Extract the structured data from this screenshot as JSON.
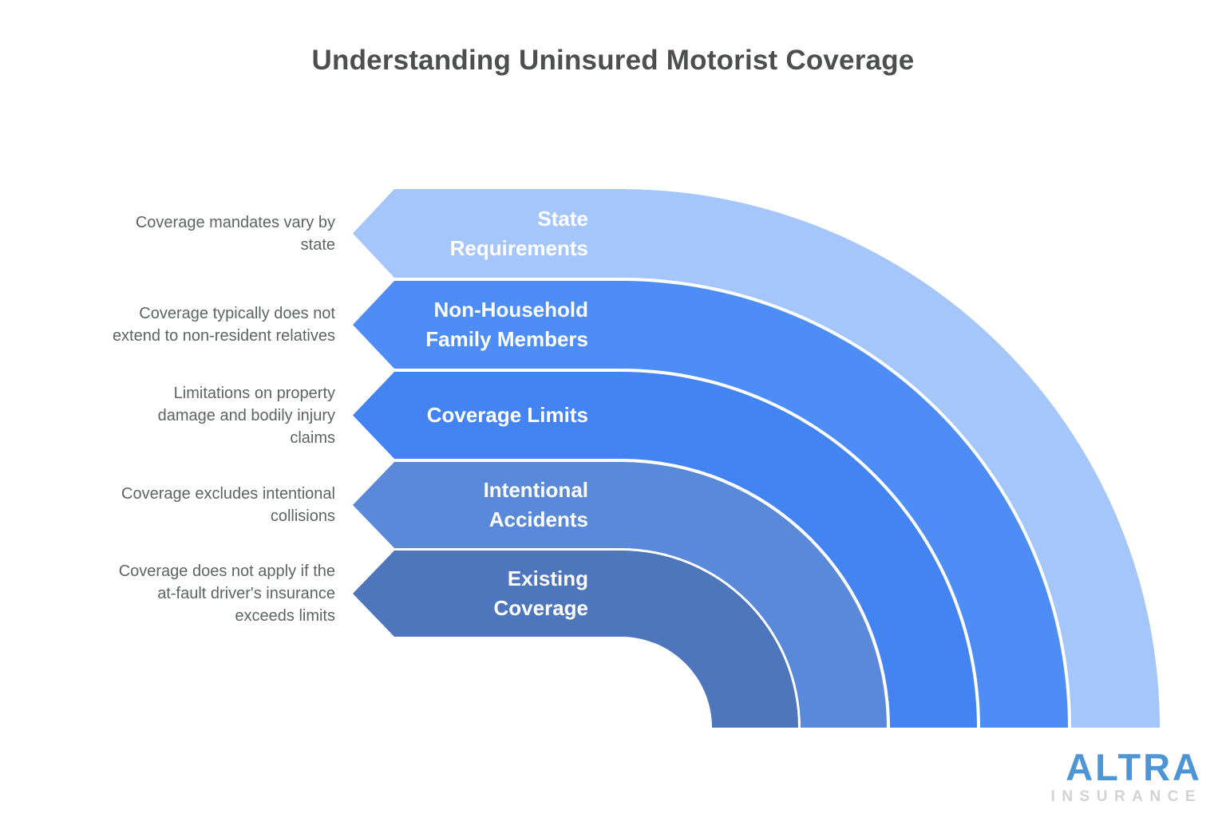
{
  "title": "Understanding Uninsured Motorist Coverage",
  "colors": {
    "background": "#ffffff",
    "title": "#4d4e50",
    "description_text": "#5f6368",
    "label_text": "#ffffff"
  },
  "bands": [
    {
      "label": "State\nRequirements",
      "description": "Coverage mandates vary by\nstate",
      "color": "#a5c6fa"
    },
    {
      "label": "Non-Household\nFamily Members",
      "description": "Coverage typically does not\nextend to non-resident relatives",
      "color": "#4d8df5"
    },
    {
      "label": "Coverage Limits",
      "description": "Limitations on property\ndamage and bodily injury\nclaims",
      "color": "#4384f2"
    },
    {
      "label": "Intentional\nAccidents",
      "description": "Coverage excludes intentional\ncollisions",
      "color": "#5a89da"
    },
    {
      "label": "Existing\nCoverage",
      "description": "Coverage does not apply if the\nat-fault driver's insurance\nexceeds limits",
      "color": "#4e76bc"
    }
  ],
  "logo": {
    "brand": "ALTRA",
    "subtext": "INSURANCE",
    "brand_color": "#4e95d5",
    "subtext_color": "#d2d2d2"
  }
}
